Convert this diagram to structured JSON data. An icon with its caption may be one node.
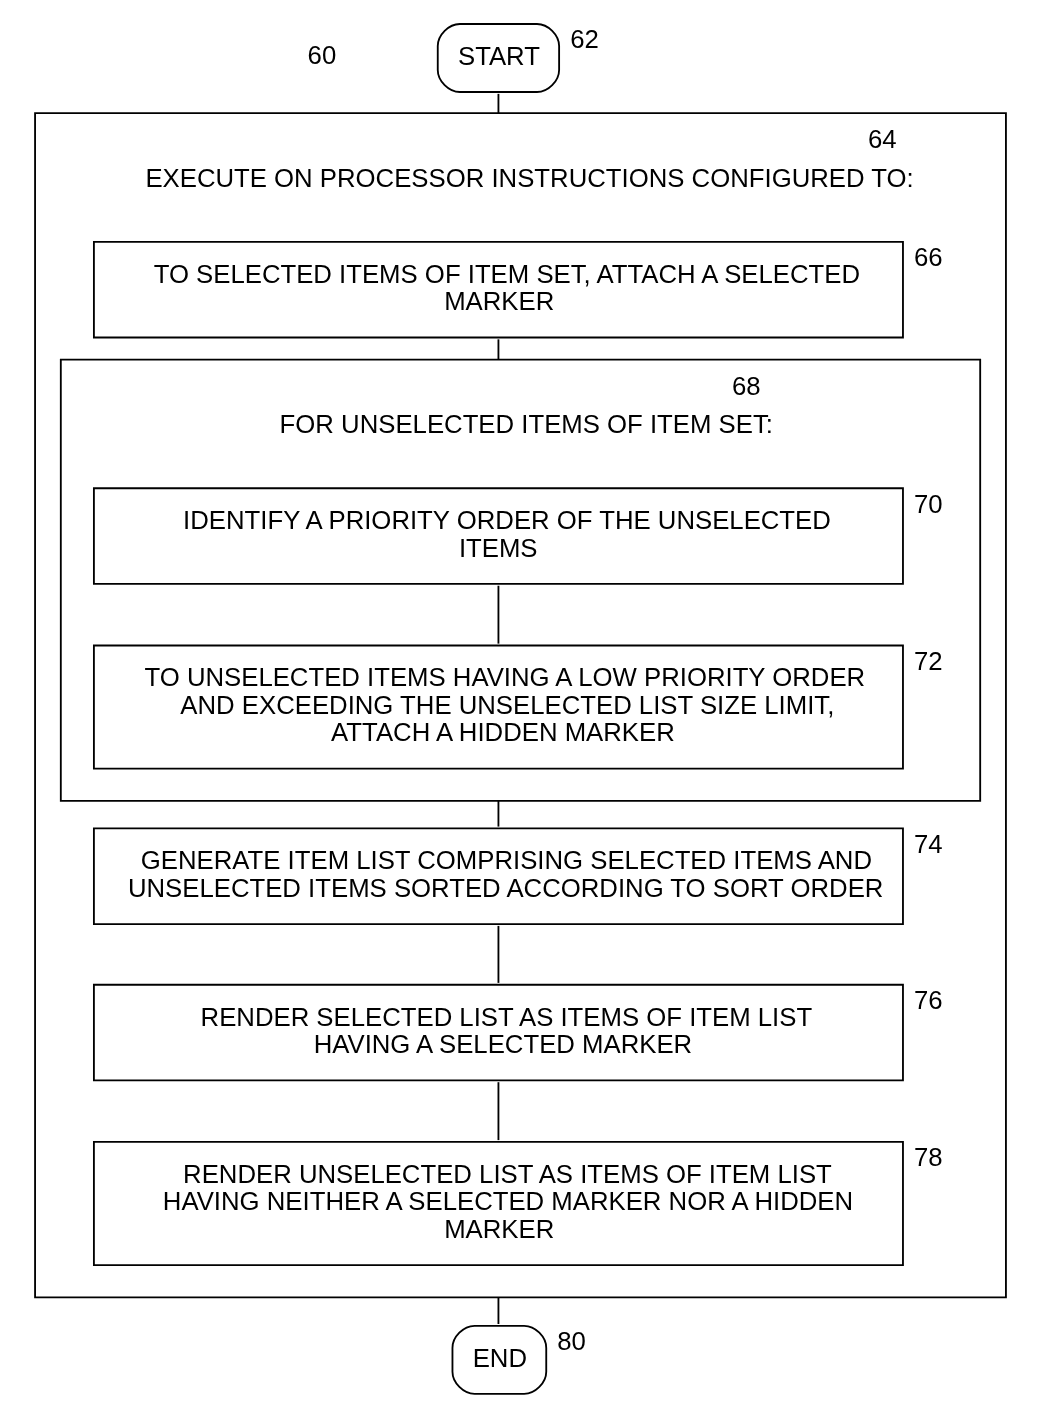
{
  "diagram": {
    "nodes": [
      {
        "text": [
          "START"
        ],
        "beside": [
          "62"
        ]
      },
      {
        "text": [
          "EXECUTE ON PROCESSOR INSTRUCTIONS CONFIGURED TO:"
        ],
        "beside": [
          "64"
        ]
      },
      {
        "text": [
          "TO SELECTED ITEMS OF ITEM SET, ATTACH A SELECTED MARKER"
        ],
        "beside": [
          "66"
        ],
        "in": 1
      },
      {
        "text": [
          "FOR UNSELECTED ITEMS OF ITEM SET:"
        ],
        "beside": [
          "68"
        ],
        "in": 1
      },
      {
        "text": [
          "IDENTIFY A PRIORITY ORDER OF THE UNSELECTED ITEMS"
        ],
        "beside": [
          "70"
        ],
        "in": 3
      },
      {
        "text": [
          "TO UNSELECTED ITEMS HAVING A LOW PRIORITY ORDER AND EXCEEDING THE UNSELECTED LIST SIZE LIMIT, ATTACH A HIDDEN MARKER"
        ],
        "beside": [
          "72"
        ],
        "in": 3
      },
      {
        "text": [
          "GENERATE ITEM LIST COMPRISING SELECTED ITEMS AND UNSELECTED ITEMS SORTED ACCORDING TO SORT ORDER"
        ],
        "beside": [
          "74"
        ],
        "in": 1
      },
      {
        "text": [
          "RENDER SELECTED LIST AS ITEMS OF ITEM LIST HAVING A SELECTED MARKER"
        ],
        "beside": [
          "76"
        ],
        "in": 1
      },
      {
        "text": [
          "RENDER UNSELECTED LIST AS ITEMS OF ITEM LIST HAVING NEITHER A SELECTED MARKER NOR A HIDDEN MARKER"
        ],
        "beside": [
          "78"
        ],
        "in": 1
      },
      {
        "text": [
          "END"
        ],
        "beside": [
          "80"
        ]
      }
    ],
    "edges": [
      {
        "from": 0,
        "to": 1,
        "arrow": "none"
      },
      {
        "from": 2,
        "to": 3,
        "arrow": "none"
      },
      {
        "from": 4,
        "to": 5,
        "arrow": "none"
      },
      {
        "from": 3,
        "to": 6,
        "arrow": "none"
      },
      {
        "from": 6,
        "to": 7,
        "arrow": "none"
      },
      {
        "from": 7,
        "to": 8,
        "arrow": "none"
      },
      {
        "from": 1,
        "to": 9,
        "arrow": "none"
      }
    ],
    "labels": [
      "60"
    ]
  }
}
